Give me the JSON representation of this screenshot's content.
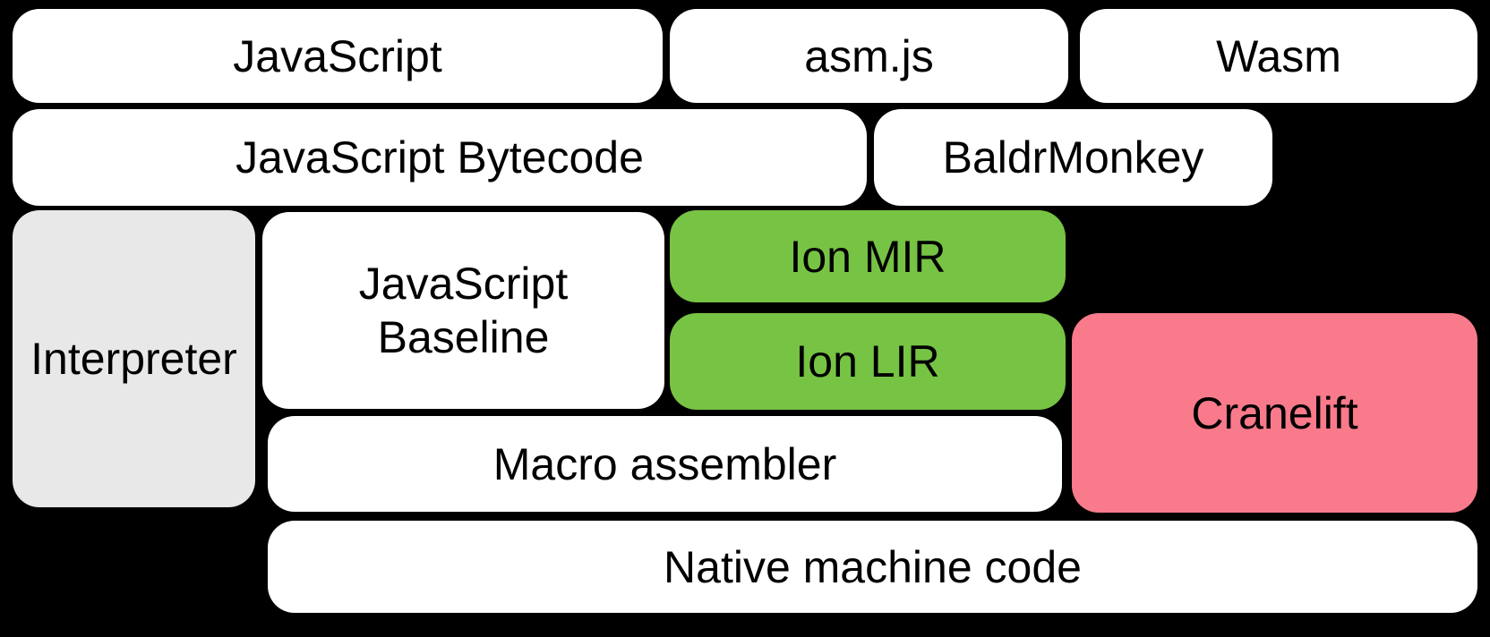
{
  "diagram": {
    "background": "#000000",
    "text_color": "#000000",
    "accent_colors": {
      "white": "#ffffff",
      "gray": "#e8e8e8",
      "green": "#77c344",
      "pink": "#f87a8b"
    },
    "boxes": {
      "javascript": {
        "label": "JavaScript",
        "fill": "#ffffff"
      },
      "asmjs": {
        "label": "asm.js",
        "fill": "#ffffff"
      },
      "wasm": {
        "label": "Wasm",
        "fill": "#ffffff"
      },
      "javascript_bytecode": {
        "label": "JavaScript Bytecode",
        "fill": "#ffffff"
      },
      "baldrmonkey": {
        "label": "BaldrMonkey",
        "fill": "#ffffff"
      },
      "interpreter": {
        "label": "Interpreter",
        "fill": "#e8e8e8"
      },
      "javascript_baseline": {
        "label": "JavaScript Baseline",
        "fill": "#ffffff"
      },
      "ion_mir": {
        "label": "Ion MIR",
        "fill": "#77c344"
      },
      "ion_lir": {
        "label": "Ion LIR",
        "fill": "#77c344"
      },
      "cranelift": {
        "label": "Cranelift",
        "fill": "#f87a8b"
      },
      "macro_assembler": {
        "label": "Macro assembler",
        "fill": "#ffffff"
      },
      "native_machine_code": {
        "label": "Native machine code",
        "fill": "#ffffff"
      }
    }
  }
}
